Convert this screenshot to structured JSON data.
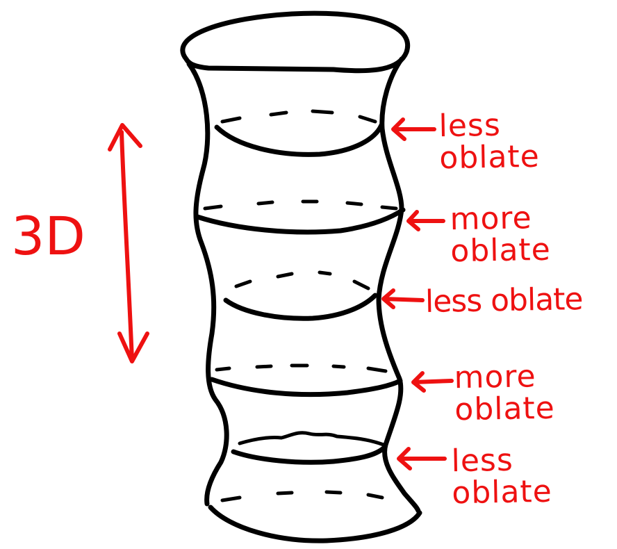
{
  "dimension_label": "3D",
  "annotations": [
    {
      "text": "less\noblate"
    },
    {
      "text": "more\noblate"
    },
    {
      "text": "less oblate"
    },
    {
      "text": "more\noblate"
    },
    {
      "text": "less\noblate"
    }
  ],
  "colors": {
    "ink": "#000000",
    "annotation": "#ee1111"
  }
}
